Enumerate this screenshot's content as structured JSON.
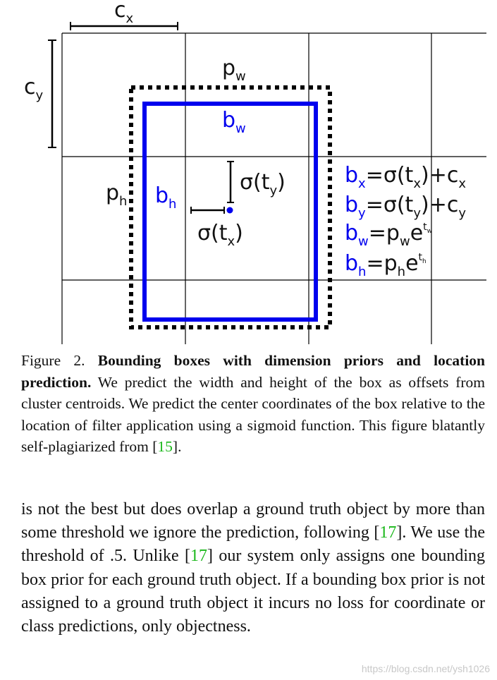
{
  "figure": {
    "labels": {
      "cx": "c",
      "cx_sub": "x",
      "cy": "c",
      "cy_sub": "y",
      "pw": "p",
      "pw_sub": "w",
      "ph": "p",
      "ph_sub": "h",
      "bw": "b",
      "bw_sub": "w",
      "bh": "b",
      "bh_sub": "h",
      "sig_ty": "σ(t",
      "sig_ty_sub": "y",
      "sig_ty_close": ")",
      "sig_tx": "σ(t",
      "sig_tx_sub": "x",
      "sig_tx_close": ")"
    },
    "equations": [
      {
        "lhs": "b",
        "lhs_sub": "x",
        "rhs": "=σ(t",
        "rhs_sub": "x",
        "tail": ")+c",
        "tail_sub": "x"
      },
      {
        "lhs": "b",
        "lhs_sub": "y",
        "rhs": "=σ(t",
        "rhs_sub": "y",
        "tail": ")+c",
        "tail_sub": "y"
      },
      {
        "lhs": "b",
        "lhs_sub": "w",
        "rhs": "=p",
        "rhs_sub": "w",
        "tail": "e",
        "sup": "t",
        "sup_sub": "w"
      },
      {
        "lhs": "b",
        "lhs_sub": "h",
        "rhs": "=p",
        "rhs_sub": "h",
        "tail": "e",
        "sup": "t",
        "sup_sub": "h"
      }
    ],
    "colors": {
      "prior_box": "#000000",
      "pred_box": "#0000ee",
      "grid": "#000000"
    }
  },
  "caption": {
    "prefix": "Figure 2. ",
    "bold": "Bounding boxes with dimension priors and location prediction.",
    "text_before_cite": " We predict the width and height of the box as offsets from cluster centroids.  We predict the center coordinates of the box relative to the location of filter application using a sigmoid function. This figure blatantly self-plagiarized from [",
    "cite": "15",
    "text_after_cite": "]."
  },
  "body": {
    "part1": "is not the best but does overlap a ground truth object by more than some threshold we ignore the prediction, follow­ing [",
    "cite1": "17",
    "part2": "]. We use the threshold of .5. Unlike [",
    "cite2": "17",
    "part3": "] our system only assigns one bounding box prior for each ground truth object. If a bounding box prior is not assigned to a ground truth object it incurs no loss for coordinate or class predic­tions, only objectness."
  },
  "watermark": "https://blog.csdn.net/ysh1026"
}
